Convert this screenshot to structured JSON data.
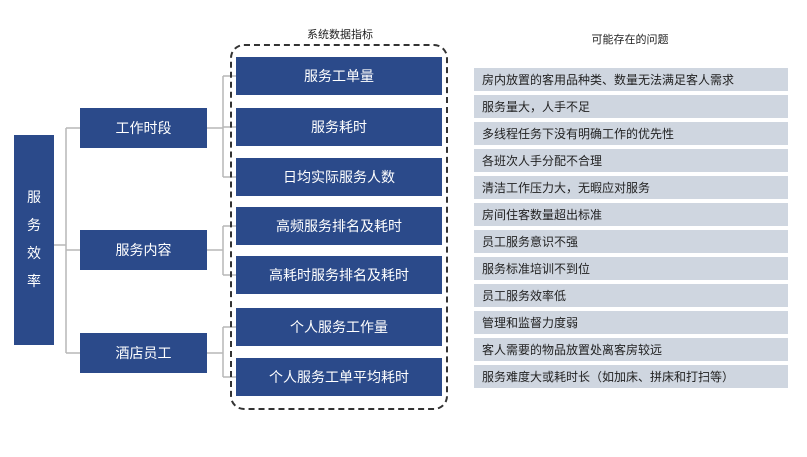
{
  "headers": {
    "metrics": "系统数据指标",
    "problems": "可能存在的问题"
  },
  "root": {
    "label_chars": [
      "服",
      "务",
      "效",
      "率"
    ]
  },
  "categories": [
    {
      "label": "工作时段"
    },
    {
      "label": "服务内容"
    },
    {
      "label": "酒店员工"
    }
  ],
  "metrics": [
    {
      "label": "服务工单量"
    },
    {
      "label": "服务耗时"
    },
    {
      "label": "日均实际服务人数"
    },
    {
      "label": "高频服务排名及耗时"
    },
    {
      "label": "高耗时服务排名及耗时"
    },
    {
      "label": "个人服务工作量"
    },
    {
      "label": "个人服务工单平均耗时"
    }
  ],
  "problems": [
    {
      "text": "房内放置的客用品种类、数量无法满足客人需求"
    },
    {
      "text": "服务量大，人手不足"
    },
    {
      "text": "多线程任务下没有明确工作的优先性"
    },
    {
      "text": "各班次人手分配不合理"
    },
    {
      "text": "清洁工作压力大，无暇应对服务"
    },
    {
      "text": "房间住客数量超出标准"
    },
    {
      "text": "员工服务意识不强"
    },
    {
      "text": "服务标准培训不到位"
    },
    {
      "text": "员工服务效率低"
    },
    {
      "text": "管理和监督力度弱"
    },
    {
      "text": "客人需要的物品放置处离客房较远"
    },
    {
      "text": "服务难度大或耗时长（如加床、拼床和打扫等）"
    }
  ],
  "colors": {
    "box_fill": "#2b4a8a",
    "problem_fill": "#cfd6e0",
    "connector": "#b7b7b7"
  }
}
